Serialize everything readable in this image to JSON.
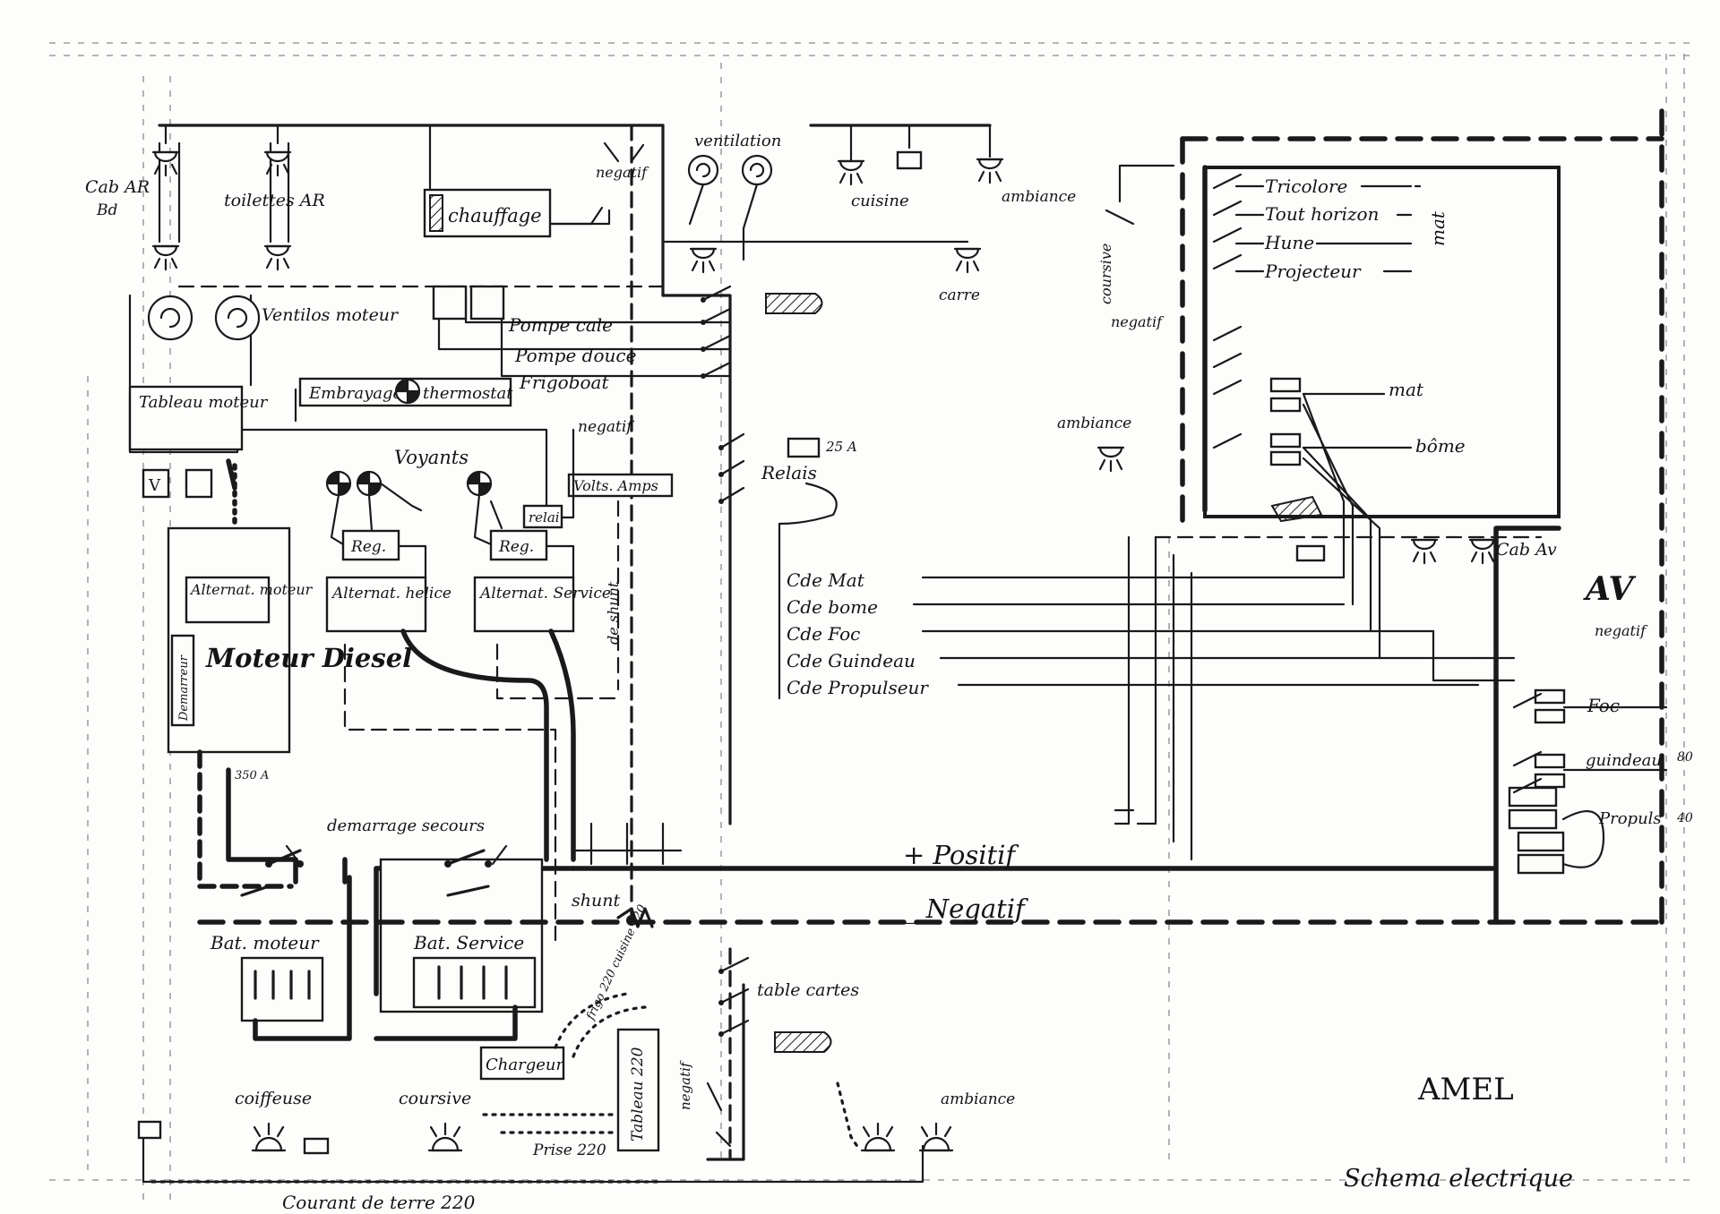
{
  "title": "AMEL",
  "subtitle": "Schema electrique",
  "bus": {
    "positive": "+ Positif",
    "negative": "_ Negatif"
  },
  "lights": {
    "cab_ar": "Cab AR",
    "cab_ar_sub": "Bd",
    "toilettes_ar": "toilettes AR",
    "cuisine": "cuisine",
    "ambiance_top": "ambiance",
    "carre": "carre",
    "ambiance_right": "ambiance",
    "cab_av": "Cab Av",
    "coiffeuse": "coiffeuse",
    "coursive": "coursive",
    "ambiance_bottom": "ambiance"
  },
  "loads": {
    "ventilation": "ventilation",
    "chauffage": "chauffage",
    "ventilos_moteur": "Ventilos moteur",
    "pompe_cale": "Pompe cale",
    "pompe_douce": "Pompe douce",
    "frigoboat": "Frigoboat",
    "embrayage": "Embrayage",
    "thermostat": "thermostat",
    "voyants": "Voyants",
    "volts_amps": "Volts. Amps",
    "relais_small": "relai",
    "relais": "Relais",
    "relais_value": "25 A",
    "table_cartes": "table cartes",
    "tableau_moteur": "Tableau moteur"
  },
  "negatif_labels": [
    "negatif",
    "negatif",
    "negatif",
    "negatif",
    "negatif"
  ],
  "engine": {
    "alternateur": "Alternat. moteur",
    "demarreur": "Demarreur",
    "motor": "Moteur Diesel",
    "current": "350 A"
  },
  "alternators": {
    "helice": "Alternat. helice",
    "service": "Alternat. Service",
    "reg": "Reg."
  },
  "batteries": {
    "moteur": "Bat. moteur",
    "service": "Bat. Service",
    "demarrage_secours": "demarrage secours",
    "shunt": "shunt",
    "de_shunt": "de shunt"
  },
  "shore": {
    "chargeur": "Chargeur",
    "tableau_220": "Tableau 220",
    "prise_220": "Prise 220",
    "courant": "Courant de terre 220",
    "circuits": "frigo 220 cuisine 220"
  },
  "mast": {
    "items": [
      "Tricolore",
      "Tout horizon",
      "Hune",
      "Projecteur"
    ],
    "mat": "mat",
    "boome": "bôme",
    "coursive_switch": "coursive",
    "commands": [
      "Cde Mat",
      "Cde bome",
      "Cde Foc",
      "Cde Guindeau",
      "Cde Propulseur"
    ]
  },
  "winches": {
    "foc": "Foc",
    "guindeau": "guindeau",
    "propuls": "Propuls",
    "av": "AV",
    "guindeau_value": "80",
    "propuls_value": "40"
  }
}
